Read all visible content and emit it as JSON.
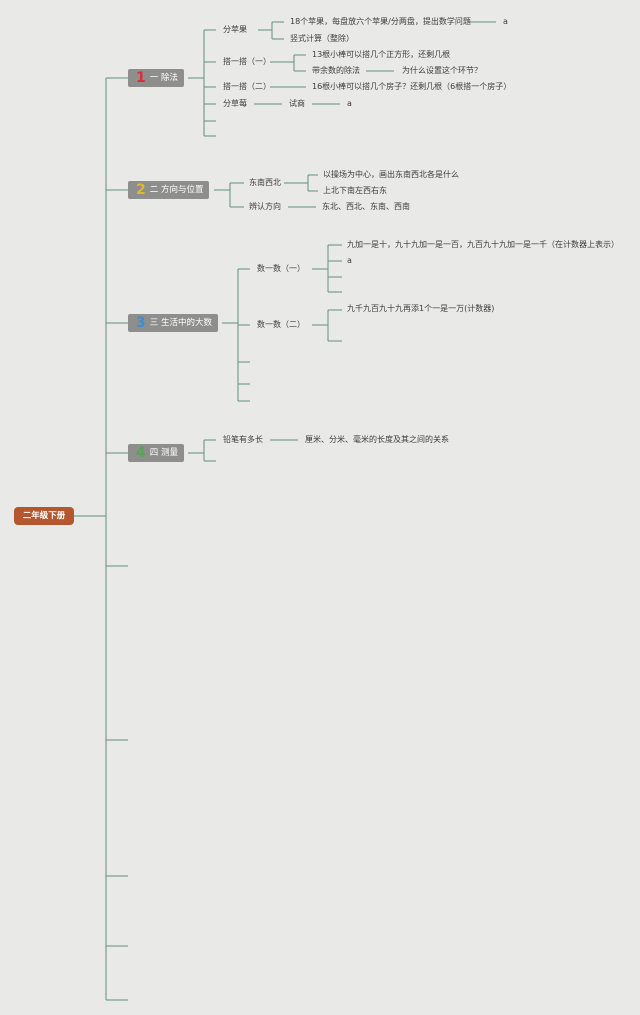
{
  "root": {
    "label": "二年级下册"
  },
  "colors": {
    "line": "#5f8f80",
    "root_bg": "#b4572f",
    "chapter_bg": "#8e8e8c",
    "num1": "#d8303b",
    "num2": "#e6b52f",
    "num3": "#3a8fd4",
    "num4": "#57a552"
  },
  "ch1": {
    "num": "1",
    "title": "一 除法",
    "fen_pingguo": "分苹果",
    "apples_text": "18个苹果，每盘放六个苹果/分两盘，提出数学问题",
    "apples_a": "a",
    "shushi": "竖式计算（整除）",
    "daida1": "搭一搭（一）",
    "sticks13": "13根小棒可以搭几个正方形，还剩几根",
    "yushu": "带余数的除法",
    "why": "为什么设置这个环节？",
    "daida2": "搭一搭（二）",
    "sticks16": "16根小棒可以搭几个房子？还剩几根（6根搭一个房子）",
    "fen_caomei": "分草莓",
    "shishang": "试商",
    "shishang_a": "a"
  },
  "ch2": {
    "num": "2",
    "title": "二 方向与位置",
    "dnxb": "东南西北",
    "playground": "以操场为中心，画出东南西北各是什么",
    "shangbei": "上北下南左西右东",
    "bianren": "辨认方向",
    "directions": "东北、西北、东南、西南"
  },
  "ch3": {
    "num": "3",
    "title": "三 生活中的大数",
    "shu1": "数一数（一）",
    "jiujia": "九加一是十，九十九加一是一百，九百九十九加一是一千（在计数器上表示）",
    "shu1_a": "a",
    "shu2": "数一数（二）",
    "jiuqian": "九千九百九十九再添1个一是一万(计数器)"
  },
  "ch4": {
    "num": "4",
    "title": "四 测量",
    "qianbi": "铅笔有多长",
    "units": "厘米、分米、毫米的长度及其之间的关系"
  }
}
